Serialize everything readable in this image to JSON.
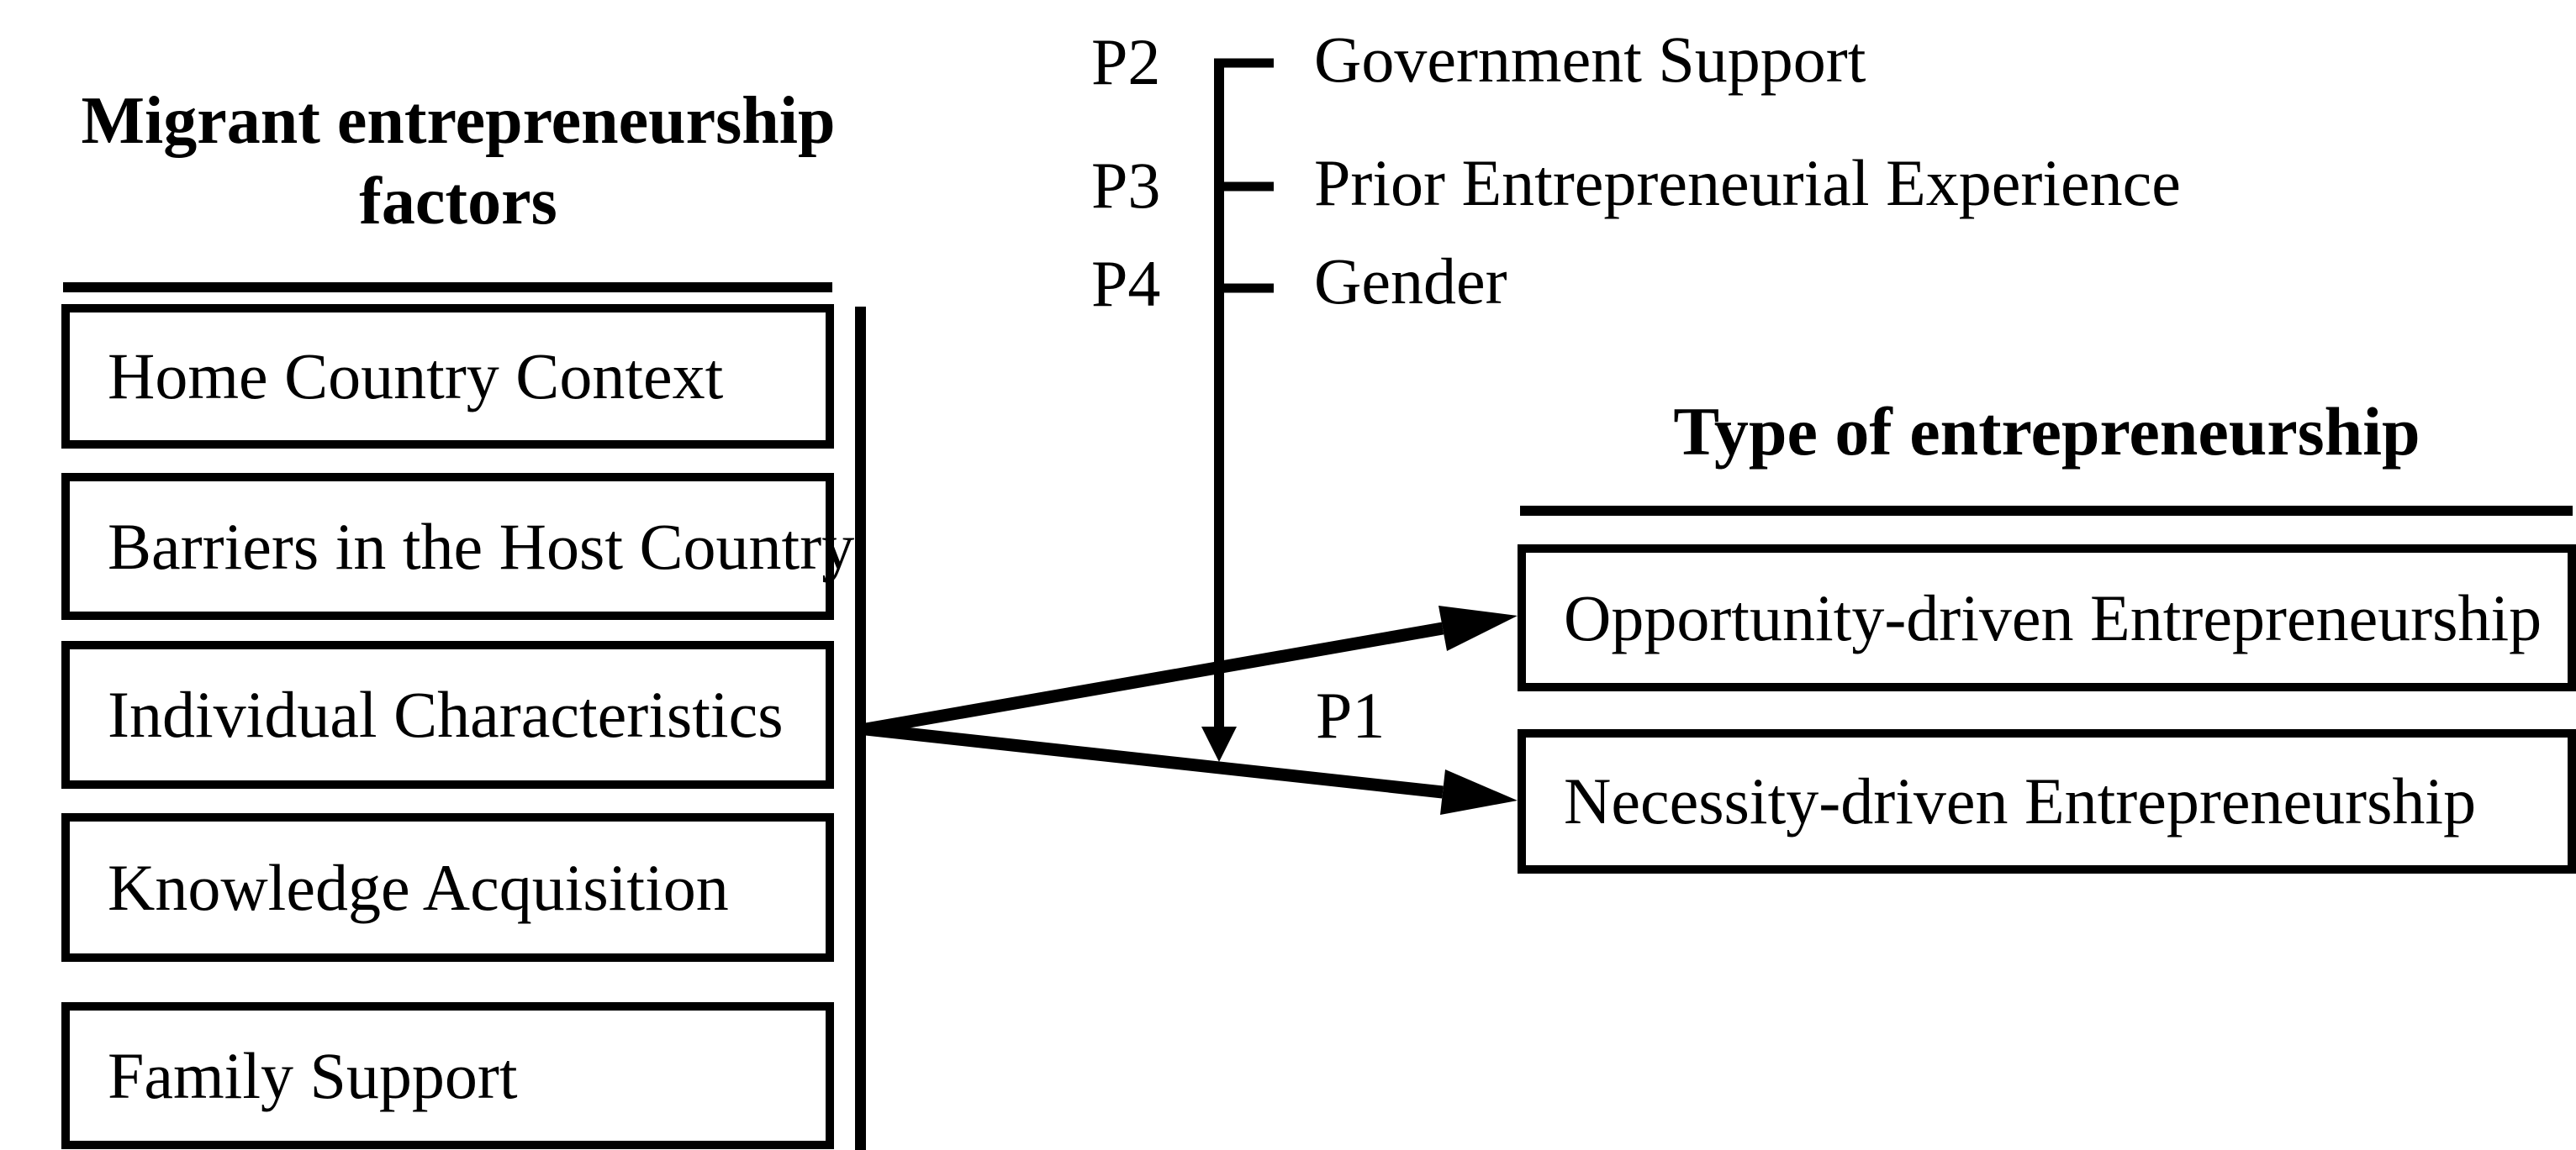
{
  "colors": {
    "ink": "#000000",
    "paper": "#ffffff"
  },
  "left_panel": {
    "title_line1": "Migrant entrepreneurship",
    "title_line2": "factors",
    "boxes": [
      "Home Country Context",
      "Barriers in the Host Country",
      "Individual Characteristics",
      "Knowledge Acquisition",
      "Family Support"
    ]
  },
  "moderators": [
    {
      "id": "P2",
      "label": "Government Support"
    },
    {
      "id": "P3",
      "label": "Prior Entrepreneurial Experience"
    },
    {
      "id": "P4",
      "label": "Gender"
    }
  ],
  "proposition": {
    "id": "P1"
  },
  "right_panel": {
    "title": "Type of entrepreneurship",
    "boxes": [
      "Opportunity-driven Entrepreneurship",
      "Necessity-driven Entrepreneurship"
    ]
  }
}
